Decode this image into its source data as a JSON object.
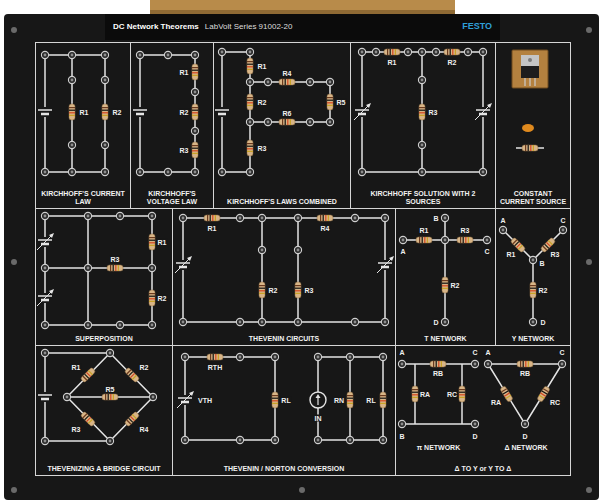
{
  "diagram": {
    "nodes": [
      {
        "text": [
          "DC Network Theorems",
          "LabVolt Series 91002-20",
          "FESTO"
        ]
      },
      {
        "text": [
          "KIRCHHOFF'S CURRENT LAW"
        ]
      },
      {
        "text": [
          "KIRCHHOFF'S VOLTAGE LAW"
        ]
      },
      {
        "text": [
          "KIRCHHOFF'S LAWS COMBINED"
        ]
      },
      {
        "text": [
          "KIRCHHOFF SOLUTION WITH 2 SOURCES"
        ]
      },
      {
        "text": [
          "CONSTANT CURRENT SOURCE"
        ]
      },
      {
        "text": [
          "SUPERPOSITION"
        ]
      },
      {
        "text": [
          "THEVENIN CIRCUITS"
        ]
      },
      {
        "text": [
          "T NETWORK"
        ]
      },
      {
        "text": [
          "Y NETWORK"
        ]
      },
      {
        "text": [
          "THEVENIZING A BRIDGE CIRCUIT"
        ]
      },
      {
        "text": [
          "THEVENIN / NORTON CONVERSION"
        ]
      },
      {
        "text": [
          "Δ TO Y or Y TO Δ"
        ]
      },
      {
        "text": [
          "π NETWORK"
        ],
        "in": 12
      },
      {
        "text": [
          "Δ NETWORK"
        ],
        "in": 12
      }
    ],
    "labels": [
      "R1",
      "R2",
      "R1",
      "R2",
      "R3",
      "R1",
      "R4",
      "R2",
      "R5",
      "R6",
      "R3",
      "R1",
      "R2",
      "R3",
      "R1",
      "R3",
      "R2",
      "R1",
      "R4",
      "R2",
      "R3",
      "B",
      "R1",
      "R3",
      "A",
      "C",
      "R2",
      "D",
      "A",
      "C",
      "R1",
      "B",
      "R3",
      "R2",
      "D",
      "R1",
      "R2",
      "R5",
      "R3",
      "R4",
      "RTH",
      "VTH",
      "RL",
      "IN",
      "RN",
      "RL",
      "A",
      "RB",
      "C",
      "RA",
      "RC",
      "B",
      "D",
      "A",
      "RB",
      "C",
      "RA",
      "RC",
      "D"
    ]
  }
}
